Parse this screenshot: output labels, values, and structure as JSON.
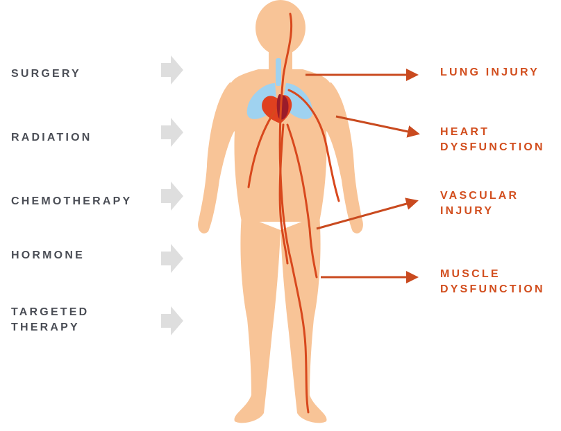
{
  "colors": {
    "treatment_text": "#4a4d55",
    "outcome_text": "#d24e1e",
    "arrow_gray": "#dedede",
    "outcome_arrow": "#c94a1f",
    "skin": "#f8c497",
    "lung": "#9fd2f0",
    "heart": "#e0401f",
    "vessel": "#d8481d"
  },
  "treatments": [
    "SURGERY",
    "RADIATION",
    "CHEMOTHERAPY",
    "HORMONE",
    "TARGETED\nTHERAPY"
  ],
  "outcomes": [
    "LUNG INJURY",
    "HEART\nDYSFUNCTION",
    "VASCULAR\nINJURY",
    "MUSCLE\nDYSFUNCTION"
  ]
}
